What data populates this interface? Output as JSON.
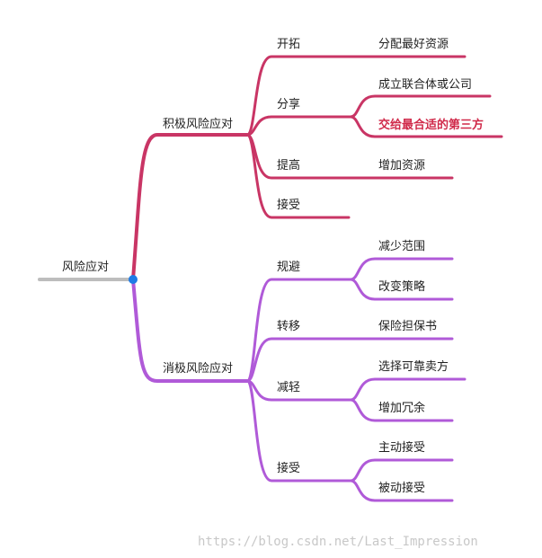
{
  "root": {
    "label": "风险应对"
  },
  "colors": {
    "positive": "#c93565",
    "negative": "#b05ad8",
    "root_line": "#bdbdbd",
    "root_dot": "#1e7be6",
    "highlight_text": "#d02a4a"
  },
  "positive": {
    "label": "积极风险应对",
    "children": [
      {
        "label": "开拓",
        "items": [
          "分配最好资源"
        ]
      },
      {
        "label": "分享",
        "items": [
          "成立联合体或公司",
          "交给最合适的第三方"
        ]
      },
      {
        "label": "提高",
        "items": [
          "增加资源"
        ]
      },
      {
        "label": "接受",
        "items": []
      }
    ]
  },
  "negative": {
    "label": "消极风险应对",
    "children": [
      {
        "label": "规避",
        "items": [
          "减少范围",
          "改变策略"
        ]
      },
      {
        "label": "转移",
        "items": [
          "保险担保书"
        ]
      },
      {
        "label": "减轻",
        "items": [
          "选择可靠卖方",
          "增加冗余"
        ]
      },
      {
        "label": "接受",
        "items": [
          "主动接受",
          "被动接受"
        ]
      }
    ]
  },
  "watermark": "https://blog.csdn.net/Last_Impression"
}
